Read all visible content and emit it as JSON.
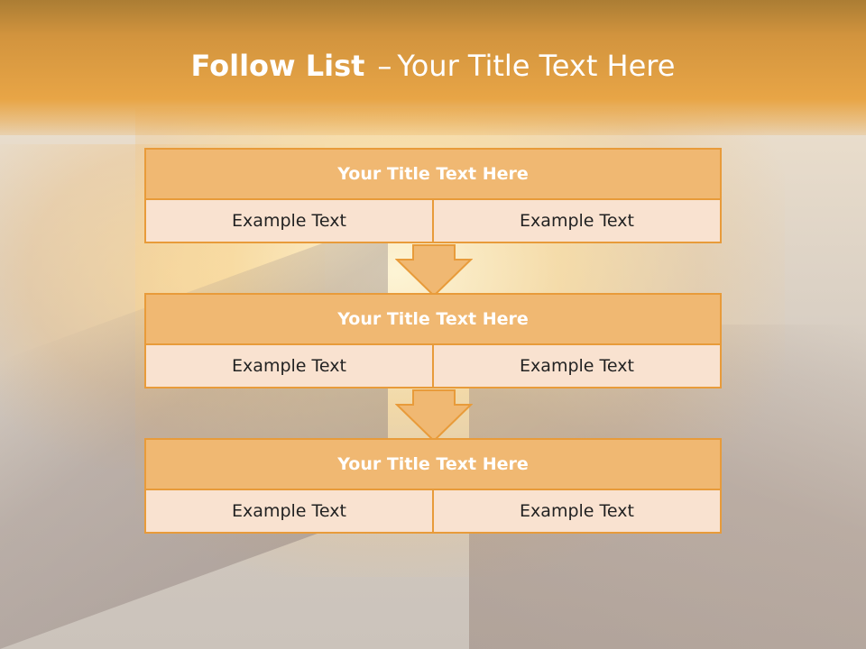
{
  "slide": {
    "title_bold": "Follow List",
    "title_dash": "–",
    "title_rest": "Your Title Text Here"
  },
  "steps": [
    {
      "title": "Your Title Text Here",
      "left": "Example Text",
      "right": "Example Text"
    },
    {
      "title": "Your Title Text Here",
      "left": "Example Text",
      "right": "Example Text"
    },
    {
      "title": "Your Title Text Here",
      "left": "Example Text",
      "right": "Example Text"
    }
  ],
  "colors": {
    "header": "#e8a546",
    "box_border": "#e89b3a",
    "box_head": "#f0b872",
    "box_body": "#f9e2d0",
    "arrow_fill": "#f0b872"
  },
  "icons": {
    "connector": "down-arrow-icon"
  }
}
